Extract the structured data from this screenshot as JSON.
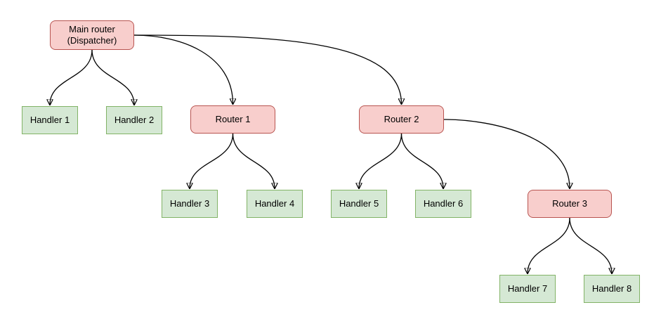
{
  "diagram": {
    "type": "tree",
    "background": "#ffffff"
  },
  "colors": {
    "router_fill": "#f8cecc",
    "router_stroke": "#b85450",
    "handler_fill": "#d5e8d4",
    "handler_stroke": "#82b366",
    "edge_stroke": "#000000",
    "text": "#000000"
  },
  "nodes": {
    "main_router": {
      "type": "router",
      "label_line1": "Main router",
      "label_line2": "(Dispatcher)"
    },
    "router1": {
      "type": "router",
      "label": "Router 1"
    },
    "router2": {
      "type": "router",
      "label": "Router 2"
    },
    "router3": {
      "type": "router",
      "label": "Router 3"
    },
    "handler1": {
      "type": "handler",
      "label": "Handler 1"
    },
    "handler2": {
      "type": "handler",
      "label": "Handler 2"
    },
    "handler3": {
      "type": "handler",
      "label": "Handler 3"
    },
    "handler4": {
      "type": "handler",
      "label": "Handler 4"
    },
    "handler5": {
      "type": "handler",
      "label": "Handler 5"
    },
    "handler6": {
      "type": "handler",
      "label": "Handler 6"
    },
    "handler7": {
      "type": "handler",
      "label": "Handler 7"
    },
    "handler8": {
      "type": "handler",
      "label": "Handler 8"
    }
  },
  "edges": [
    {
      "from": "main_router",
      "to": "handler1"
    },
    {
      "from": "main_router",
      "to": "handler2"
    },
    {
      "from": "main_router",
      "to": "router1"
    },
    {
      "from": "main_router",
      "to": "router2"
    },
    {
      "from": "router1",
      "to": "handler3"
    },
    {
      "from": "router1",
      "to": "handler4"
    },
    {
      "from": "router2",
      "to": "handler5"
    },
    {
      "from": "router2",
      "to": "handler6"
    },
    {
      "from": "router2",
      "to": "router3"
    },
    {
      "from": "router3",
      "to": "handler7"
    },
    {
      "from": "router3",
      "to": "handler8"
    }
  ]
}
